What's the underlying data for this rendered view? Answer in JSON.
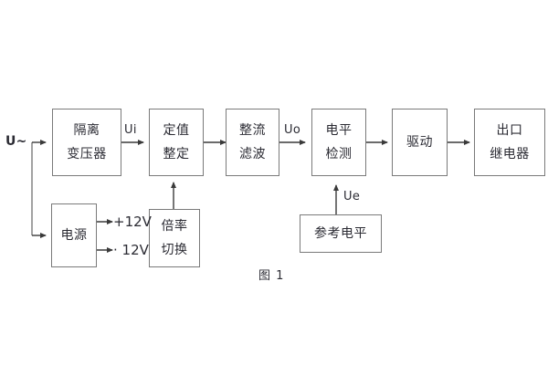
{
  "figure": {
    "caption": "图 1",
    "input_label": "U~",
    "line_color": "#7a7a7a",
    "text_color": "#2b2b33",
    "background": "#ffffff"
  },
  "blocks": [
    {
      "id": "isolation-transformer",
      "lines": [
        "隔离",
        "变压器"
      ]
    },
    {
      "id": "setting-value",
      "lines": [
        "定值",
        "整定"
      ]
    },
    {
      "id": "rectify-filter",
      "lines": [
        "整流",
        "滤波"
      ]
    },
    {
      "id": "level-detection",
      "lines": [
        "电平",
        "检测"
      ]
    },
    {
      "id": "drive",
      "lines": [
        "驱动"
      ]
    },
    {
      "id": "output-relay",
      "lines": [
        "出口",
        "继电器"
      ]
    },
    {
      "id": "power-supply",
      "lines": [
        "电源"
      ]
    },
    {
      "id": "multiplier-switch",
      "lines": [
        "倍率",
        "切换"
      ]
    },
    {
      "id": "reference-level",
      "lines": [
        "参考电平"
      ]
    }
  ],
  "signals": {
    "ui": "Ui",
    "uo": "Uo",
    "ue": "Ue",
    "rail_positive": "+12V",
    "rail_negative": "· 12V"
  }
}
